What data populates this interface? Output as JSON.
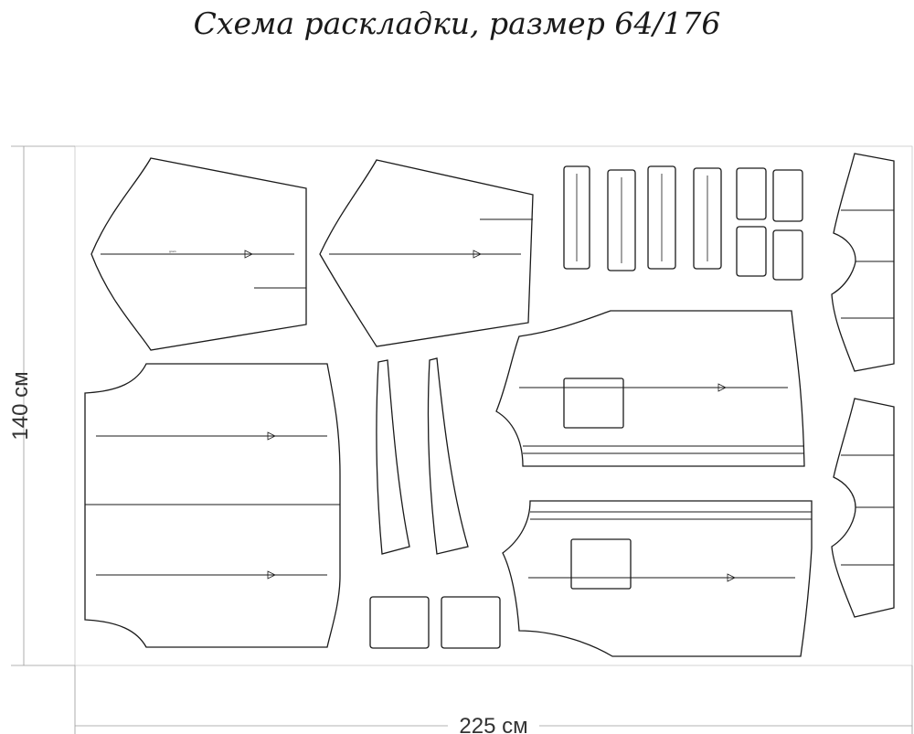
{
  "title": "Схема раскладки, размер 64/176",
  "dimensions": {
    "width_label": "225 см",
    "height_label": "140 см"
  },
  "colors": {
    "line": "#1a1a1a",
    "frame": "#c8c8c8",
    "dimension": "#9a9a9a"
  }
}
